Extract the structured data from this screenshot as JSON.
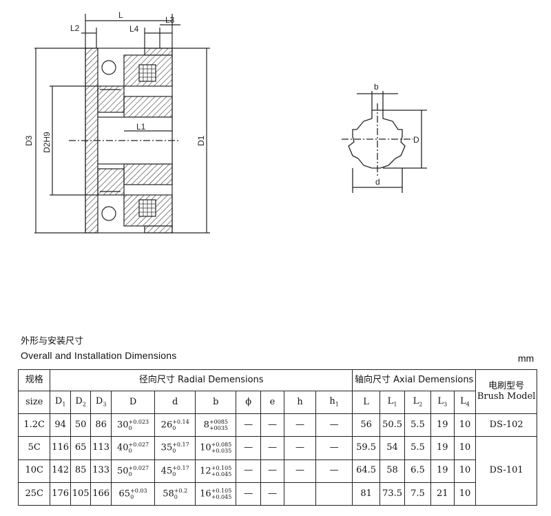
{
  "drawing": {
    "labels": {
      "L": "L",
      "L2": "L2",
      "L3": "L3",
      "L4": "L4",
      "L1": "L1",
      "D3": "D3",
      "D2H9": "D2H9",
      "D1": "D1",
      "b": "b",
      "D": "D",
      "d": "d"
    }
  },
  "headings": {
    "cn": "外形与安装尺寸",
    "en": "Overall and Installation Dimensions",
    "unit": "mm"
  },
  "table": {
    "spec_cn": "规格",
    "spec_en": "size",
    "radial": "径向尺寸 Radial Demensions",
    "axial": "轴向尺寸 Axial Demensions",
    "brush_cn": "电刷型号",
    "brush_en": "Brush Model",
    "cols": {
      "D1": "D",
      "D1s": "1",
      "D2": "D",
      "D2s": "2",
      "D3": "D",
      "D3s": "3",
      "D": "D",
      "d": "d",
      "b": "b",
      "phi": "ϕ",
      "e": "e",
      "h": "h",
      "h1": "h",
      "h1s": "1",
      "L": "L",
      "L1": "L",
      "L1s": "1",
      "L2": "L",
      "L2s": "2",
      "L3": "L",
      "L3s": "3",
      "L4": "L",
      "L4s": "4"
    },
    "rows": [
      {
        "size": "1.2C",
        "D1": "94",
        "D2": "50",
        "D3": "86",
        "D_base": "30",
        "D_up": "+0.023",
        "D_lo": "0",
        "d_base": "26",
        "d_up": "+0.14",
        "d_lo": "0",
        "b_base": "8",
        "b_up": "+0085",
        "b_lo": "+0035",
        "phi": "—",
        "e": "—",
        "h": "—",
        "h1": "—",
        "L": "56",
        "L1": "50.5",
        "L2": "5.5",
        "L3": "19",
        "L4": "10"
      },
      {
        "size": "5C",
        "D1": "116",
        "D2": "65",
        "D3": "113",
        "D_base": "40",
        "D_up": "+0.027",
        "D_lo": "0",
        "d_base": "35",
        "d_up": "+0.17",
        "d_lo": "0",
        "b_base": "10",
        "b_up": "+0.085",
        "b_lo": "+0.035",
        "phi": "—",
        "e": "—",
        "h": "—",
        "h1": "—",
        "L": "59.5",
        "L1": "54",
        "L2": "5.5",
        "L3": "19",
        "L4": "10"
      },
      {
        "size": "10C",
        "D1": "142",
        "D2": "85",
        "D3": "133",
        "D_base": "50",
        "D_up": "+0.027",
        "D_lo": "0",
        "d_base": "45",
        "d_up": "+0.17",
        "d_lo": "0",
        "b_base": "12",
        "b_up": "+0.105",
        "b_lo": "+0.045",
        "phi": "—",
        "e": "—",
        "h": "—",
        "h1": "—",
        "L": "64.5",
        "L1": "58",
        "L2": "6.5",
        "L3": "19",
        "L4": "10"
      },
      {
        "size": "25C",
        "D1": "176",
        "D2": "105",
        "D3": "166",
        "D_base": "65",
        "D_up": "+0.03",
        "D_lo": "0",
        "d_base": "58",
        "d_up": "+0.2",
        "d_lo": "0",
        "b_base": "16",
        "b_up": "+0.105",
        "b_lo": "+0.045",
        "phi": "—",
        "e": "—",
        "h": "",
        "h1": "",
        "L": "81",
        "L1": "73.5",
        "L2": "7.5",
        "L3": "21",
        "L4": "10"
      }
    ],
    "brush_models": [
      "DS-102",
      "DS-101"
    ]
  }
}
